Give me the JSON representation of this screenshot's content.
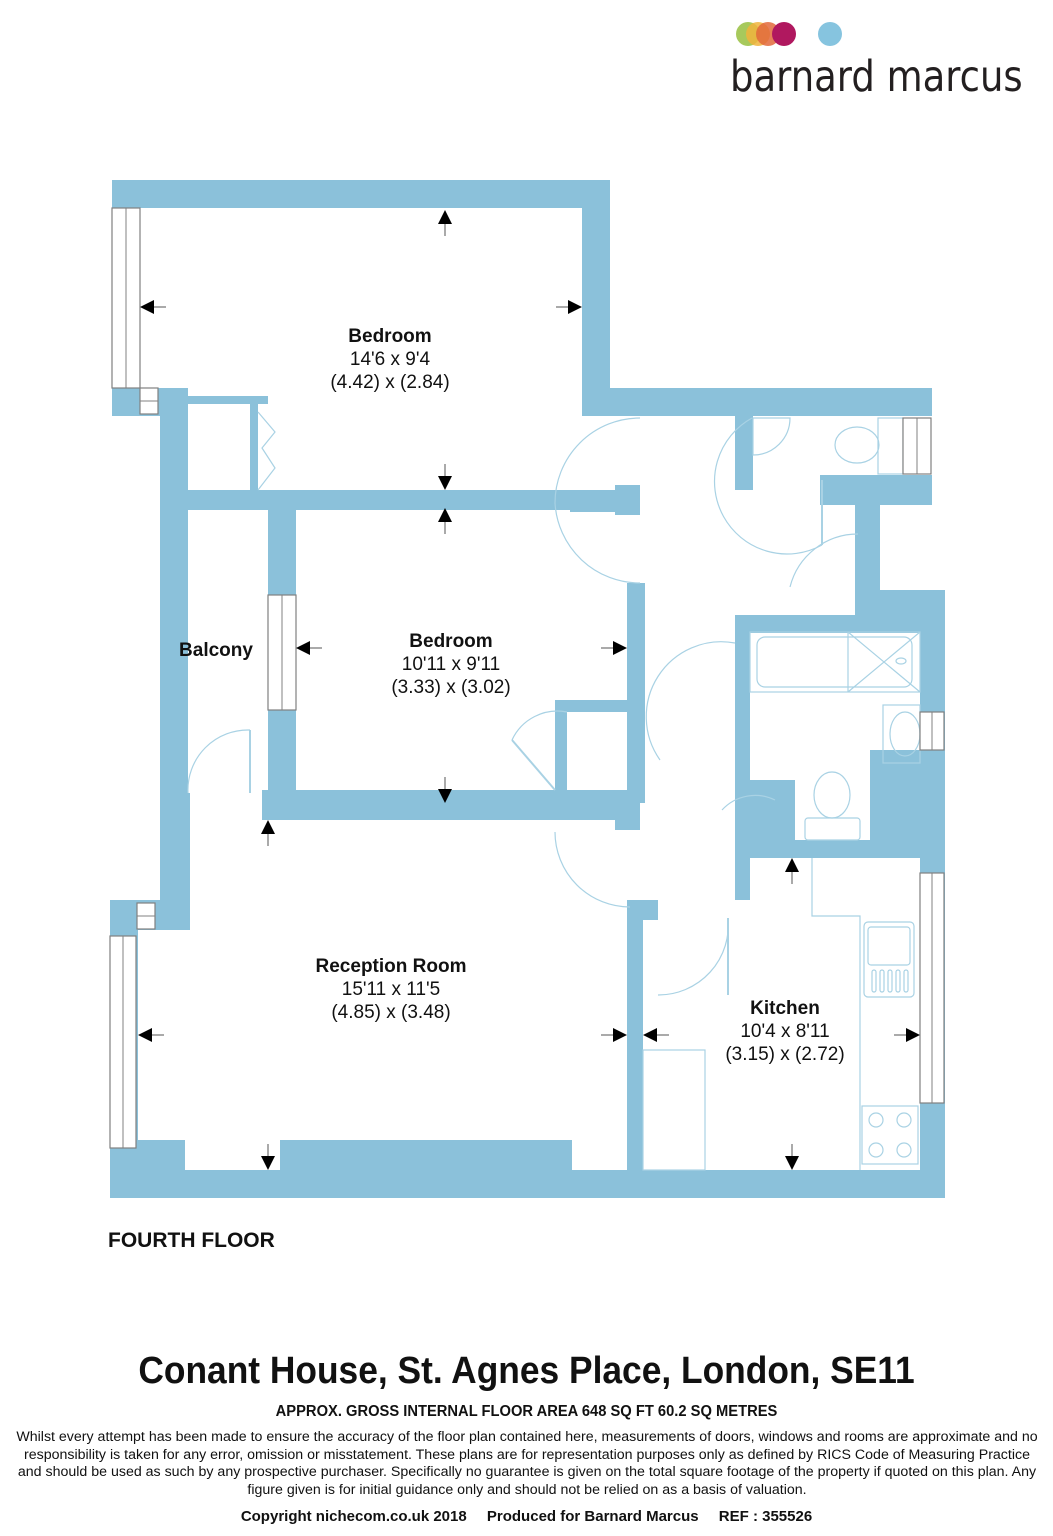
{
  "brand": {
    "name": "barnard marcus",
    "logo_dot_colors": [
      "#9dc34a",
      "#f0b43c",
      "#e2693b",
      "#b0185f",
      "#86c4df"
    ]
  },
  "colors": {
    "wall": "#8bc1da",
    "fixture_line": "#a9d2e4",
    "window_line": "#808080",
    "arrow": "#000000",
    "text": "#111111"
  },
  "rooms": [
    {
      "name": "Bedroom",
      "imperial": "14'6 x 9'4",
      "metric": "(4.42) x (2.84)"
    },
    {
      "name": "Bedroom",
      "imperial": "10'11 x 9'11",
      "metric": "(3.33) x (3.02)"
    },
    {
      "name": "Balcony"
    },
    {
      "name": "Reception Room",
      "imperial": "15'11 x 11'5",
      "metric": "(4.85) x (3.48)"
    },
    {
      "name": "Kitchen",
      "imperial": "10'4 x 8'11",
      "metric": "(3.15) x (2.72)"
    }
  ],
  "floor_label": "FOURTH FLOOR",
  "address": "Conant House, St. Agnes Place, London, SE11",
  "area": "APPROX. GROSS INTERNAL FLOOR AREA 648 SQ FT 60.2 SQ METRES",
  "disclaimer": "Whilst every attempt has been made to ensure the accuracy of the floor plan contained here, measurements of doors, windows and rooms are approximate and no responsibility is taken for any error, omission or misstatement. These plans are for representation purposes only as defined by RICS Code of Measuring Practice and should be used as such by any prospective purchaser.  Specifically no guarantee is given on the total square footage of the property if quoted on this plan. Any figure given is for initial guidance only and should not be relied on as a basis of valuation.",
  "credits": {
    "copyright": "Copyright nichecom.co.uk 2018",
    "produced_for": "Produced for Barnard Marcus",
    "ref": "REF : 355526"
  }
}
